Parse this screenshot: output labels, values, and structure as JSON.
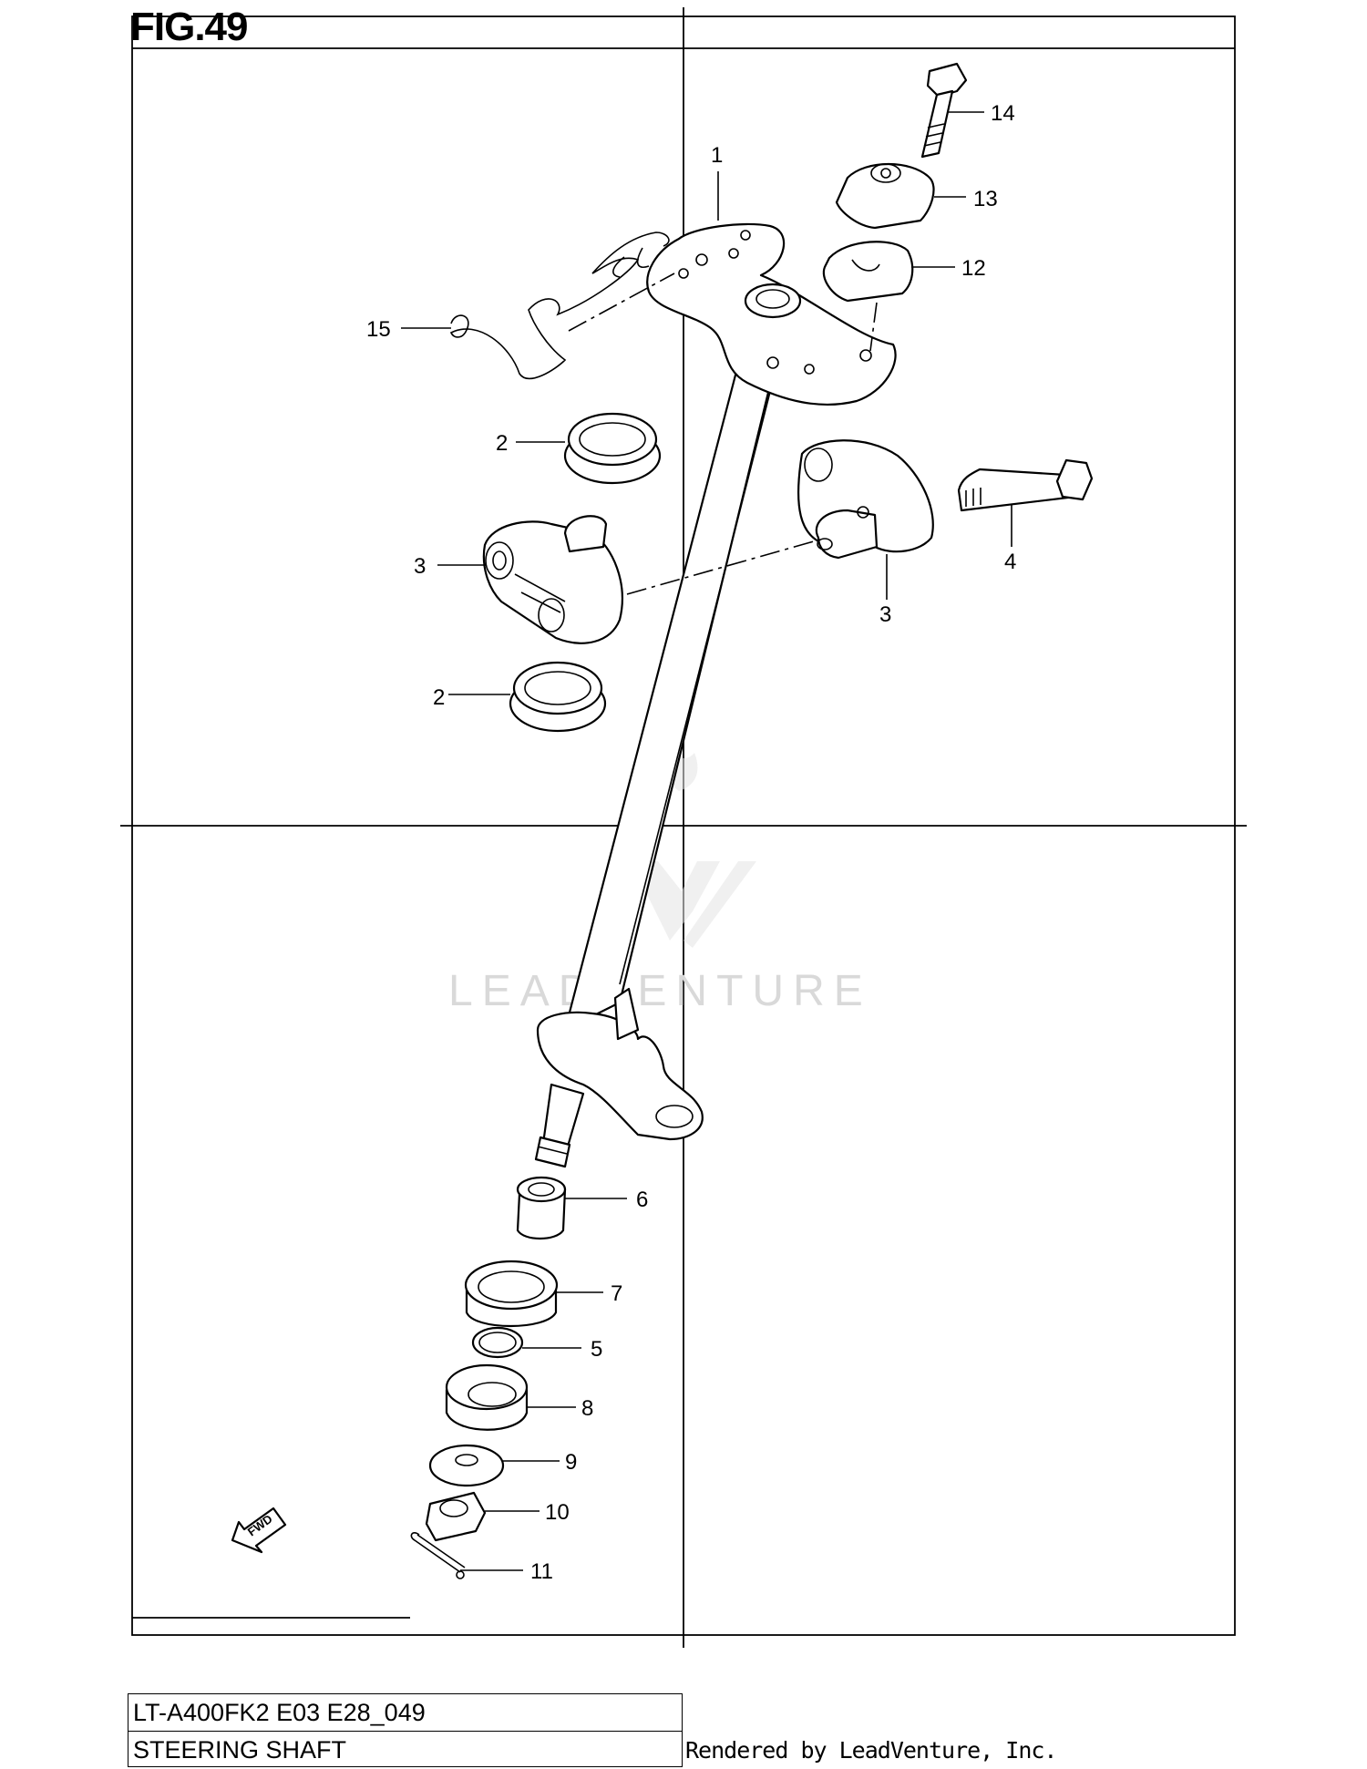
{
  "figure": {
    "title": "FIG.49"
  },
  "callouts": [
    {
      "id": "1",
      "label": "1"
    },
    {
      "id": "2a",
      "label": "2"
    },
    {
      "id": "2b",
      "label": "2"
    },
    {
      "id": "3a",
      "label": "3"
    },
    {
      "id": "3b",
      "label": "3"
    },
    {
      "id": "4",
      "label": "4"
    },
    {
      "id": "5",
      "label": "5"
    },
    {
      "id": "6",
      "label": "6"
    },
    {
      "id": "7",
      "label": "7"
    },
    {
      "id": "8",
      "label": "8"
    },
    {
      "id": "9",
      "label": "9"
    },
    {
      "id": "10",
      "label": "10"
    },
    {
      "id": "11",
      "label": "11"
    },
    {
      "id": "12",
      "label": "12"
    },
    {
      "id": "13",
      "label": "13"
    },
    {
      "id": "14",
      "label": "14"
    },
    {
      "id": "15",
      "label": "15"
    }
  ],
  "fwd_arrow": {
    "label": "FWD",
    "icon": "fwd-arrow-icon"
  },
  "watermark": {
    "text": "LEADVENTURE",
    "icon": "leadventure-logo-icon"
  },
  "info": {
    "model": "LT-A400FK2 E03 E28_049",
    "section": "STEERING SHAFT"
  },
  "footer": {
    "rendered_by": "Rendered by LeadVenture, Inc."
  }
}
